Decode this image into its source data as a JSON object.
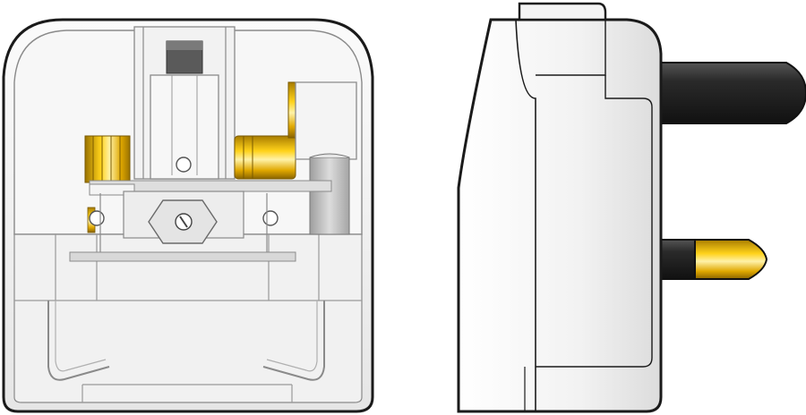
{
  "figure": {
    "subject": "plug",
    "views": [
      {
        "id": "front-internal",
        "components": [
          "housing",
          "cord-grip",
          "fuse-holder",
          "brass-terminals",
          "terminal-screws",
          "cable-channels"
        ]
      },
      {
        "id": "side",
        "components": [
          "housing",
          "top-cap",
          "earth-pin",
          "live-pin"
        ]
      }
    ],
    "colors": {
      "outline": "#1a1a1a",
      "housing_light": "#f4f4f4",
      "housing_shade": "#d9d9d9",
      "inner_line": "#7a7a7a",
      "brass": "#e3b000",
      "brass_dark": "#8a6a00",
      "brass_light": "#ffe680",
      "pin_black": "#2b2b2b",
      "fuse_grey": "#bdbdbd"
    }
  }
}
